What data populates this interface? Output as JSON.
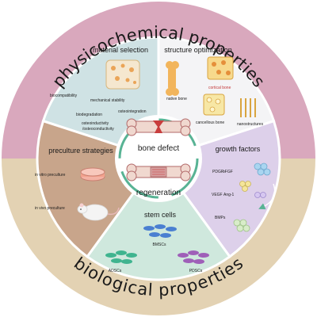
{
  "outer_titles": {
    "top": "physicochemical properties",
    "bottom": "biological properties"
  },
  "center": {
    "top_label": "bone defect",
    "bottom_label": "regeneration"
  },
  "sections": {
    "material_selection": {
      "title": "material selection",
      "labels": [
        "biocompatibility",
        "mechanical stability",
        "osteointegration",
        "biodegradation",
        "osteoinductivity",
        "/osteoconductivity"
      ]
    },
    "structure_optimization": {
      "title": "structure optimization",
      "labels": [
        "native bone",
        "cortical bone",
        "cancellous bone",
        "nanostructures"
      ]
    },
    "growth_factors": {
      "title": "growth factors",
      "labels": [
        "PDGF",
        "bFGF",
        "VEGF",
        "Ang-1",
        "BMPs"
      ]
    },
    "stem_cells": {
      "title": "stem cells",
      "labels": [
        "BMSCs",
        "ADSCs",
        "PDSCs"
      ]
    },
    "preculture_strategies": {
      "title": "preculture strategies",
      "labels": [
        "in vitro preculture",
        "in vivo preculture"
      ]
    }
  },
  "colors": {
    "outer_top": "#d9a8bd",
    "outer_bottom": "#e3d2b3",
    "material_selection": "#cfe2e4",
    "structure_optimization": "#f4f4f6",
    "growth_factors": "#ddd0ea",
    "stem_cells": "#cfe8dd",
    "preculture_strategies": "#c8a58b",
    "arrow": "#58b394"
  }
}
